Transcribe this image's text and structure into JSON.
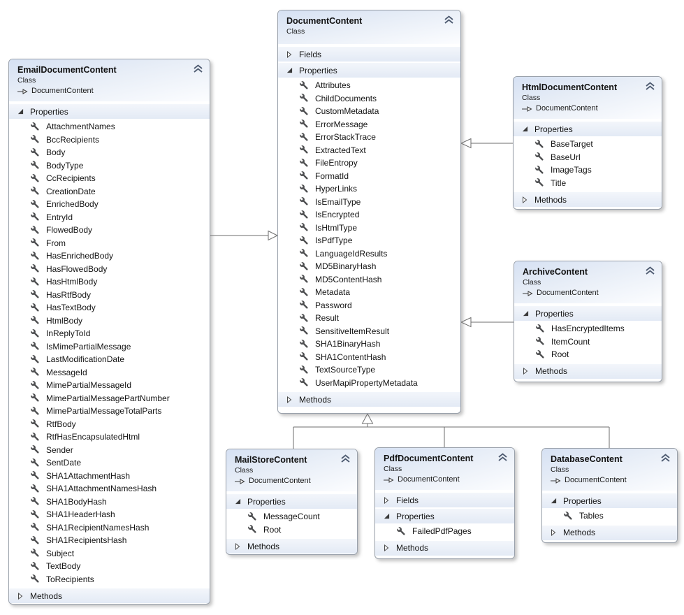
{
  "diagram": {
    "kind_label": "Class",
    "classes": [
      {
        "id": "email",
        "title": "EmailDocumentContent",
        "kind": "Class",
        "base": "DocumentContent",
        "sections": [
          {
            "label": "Properties",
            "expanded": true,
            "items": [
              "AttachmentNames",
              "BccRecipients",
              "Body",
              "BodyType",
              "CcRecipients",
              "CreationDate",
              "EnrichedBody",
              "EntryId",
              "FlowedBody",
              "From",
              "HasEnrichedBody",
              "HasFlowedBody",
              "HasHtmlBody",
              "HasRtfBody",
              "HasTextBody",
              "HtmlBody",
              "InReplyToId",
              "IsMimePartialMessage",
              "LastModificationDate",
              "MessageId",
              "MimePartialMessageId",
              "MimePartialMessagePartNumber",
              "MimePartialMessageTotalParts",
              "RtfBody",
              "RtfHasEncapsulatedHtml",
              "Sender",
              "SentDate",
              "SHA1AttachmentHash",
              "SHA1AttachmentNamesHash",
              "SHA1BodyHash",
              "SHA1HeaderHash",
              "SHA1RecipientNamesHash",
              "SHA1RecipientsHash",
              "Subject",
              "TextBody",
              "ToRecipients"
            ]
          },
          {
            "label": "Methods",
            "expanded": false,
            "items": []
          }
        ]
      },
      {
        "id": "document",
        "title": "DocumentContent",
        "kind": "Class",
        "base": null,
        "sections": [
          {
            "label": "Fields",
            "expanded": false,
            "items": []
          },
          {
            "label": "Properties",
            "expanded": true,
            "items": [
              "Attributes",
              "ChildDocuments",
              "CustomMetadata",
              "ErrorMessage",
              "ErrorStackTrace",
              "ExtractedText",
              "FileEntropy",
              "FormatId",
              "HyperLinks",
              "IsEmailType",
              "IsEncrypted",
              "IsHtmlType",
              "IsPdfType",
              "LanguageIdResults",
              "MD5BinaryHash",
              "MD5ContentHash",
              "Metadata",
              "Password",
              "Result",
              "SensitiveItemResult",
              "SHA1BinaryHash",
              "SHA1ContentHash",
              "TextSourceType",
              "UserMapiPropertyMetadata"
            ]
          },
          {
            "label": "Methods",
            "expanded": false,
            "items": []
          }
        ]
      },
      {
        "id": "html",
        "title": "HtmlDocumentContent",
        "kind": "Class",
        "base": "DocumentContent",
        "sections": [
          {
            "label": "Properties",
            "expanded": true,
            "items": [
              "BaseTarget",
              "BaseUrl",
              "ImageTags",
              "Title"
            ]
          },
          {
            "label": "Methods",
            "expanded": false,
            "items": []
          }
        ]
      },
      {
        "id": "archive",
        "title": "ArchiveContent",
        "kind": "Class",
        "base": "DocumentContent",
        "sections": [
          {
            "label": "Properties",
            "expanded": true,
            "items": [
              "HasEncryptedItems",
              "ItemCount",
              "Root"
            ]
          },
          {
            "label": "Methods",
            "expanded": false,
            "items": []
          }
        ]
      },
      {
        "id": "mailstore",
        "title": "MailStoreContent",
        "kind": "Class",
        "base": "DocumentContent",
        "sections": [
          {
            "label": "Properties",
            "expanded": true,
            "items": [
              "MessageCount",
              "Root"
            ]
          },
          {
            "label": "Methods",
            "expanded": false,
            "items": []
          }
        ]
      },
      {
        "id": "pdf",
        "title": "PdfDocumentContent",
        "kind": "Class",
        "base": "DocumentContent",
        "sections": [
          {
            "label": "Fields",
            "expanded": false,
            "items": []
          },
          {
            "label": "Properties",
            "expanded": true,
            "items": [
              "FailedPdfPages"
            ]
          },
          {
            "label": "Methods",
            "expanded": false,
            "items": []
          }
        ]
      },
      {
        "id": "database",
        "title": "DatabaseContent",
        "kind": "Class",
        "base": "DocumentContent",
        "sections": [
          {
            "label": "Properties",
            "expanded": true,
            "items": [
              "Tables"
            ]
          },
          {
            "label": "Methods",
            "expanded": false,
            "items": []
          }
        ]
      }
    ],
    "relations": [
      {
        "from": "EmailDocumentContent",
        "to": "DocumentContent",
        "type": "inheritance"
      },
      {
        "from": "HtmlDocumentContent",
        "to": "DocumentContent",
        "type": "inheritance"
      },
      {
        "from": "ArchiveContent",
        "to": "DocumentContent",
        "type": "inheritance"
      },
      {
        "from": "MailStoreContent",
        "to": "DocumentContent",
        "type": "inheritance"
      },
      {
        "from": "PdfDocumentContent",
        "to": "DocumentContent",
        "type": "inheritance"
      },
      {
        "from": "DatabaseContent",
        "to": "DocumentContent",
        "type": "inheritance"
      }
    ],
    "icons": {
      "collapse": "chevron-double-up-icon",
      "member": "wrench-icon",
      "base_type": "inheritance-arrow-icon",
      "expanded": "expander-expanded-icon",
      "collapsed": "expander-collapsed-icon"
    },
    "colors": {
      "header_gradient_start": "#d6e1f3",
      "section_gradient_end": "#e3eaf5",
      "box_border": "#9aa1ab",
      "connector": "#6e6e6e",
      "text": "#141414",
      "chevron": "#4d5a70"
    }
  }
}
